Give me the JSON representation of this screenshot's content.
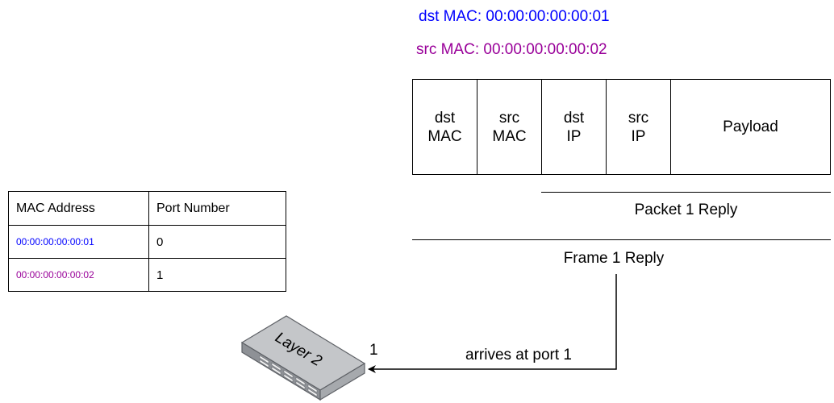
{
  "header": {
    "dst_mac": "dst MAC: 00:00:00:00:00:01",
    "src_mac": "src MAC: 00:00:00:00:00:02"
  },
  "frame_fields": {
    "dst_mac": [
      "dst",
      "MAC"
    ],
    "src_mac": [
      "src",
      "MAC"
    ],
    "dst_ip": [
      "dst",
      "IP"
    ],
    "src_ip": [
      "src",
      "IP"
    ],
    "payload": "Payload"
  },
  "labels": {
    "packet": "Packet 1 Reply",
    "frame": "Frame 1 Reply",
    "arrives": "arrives at port 1",
    "port": "1"
  },
  "switch": {
    "label": "Layer 2"
  },
  "mac_table": {
    "headers": [
      "MAC Address",
      "Port Number"
    ],
    "rows": [
      {
        "mac": "00:00:00:00:00:01",
        "port": "0"
      },
      {
        "mac": "00:00:00:00:00:02",
        "port": "1"
      }
    ]
  },
  "colors": {
    "dst": "#0000ff",
    "src": "#990099"
  }
}
